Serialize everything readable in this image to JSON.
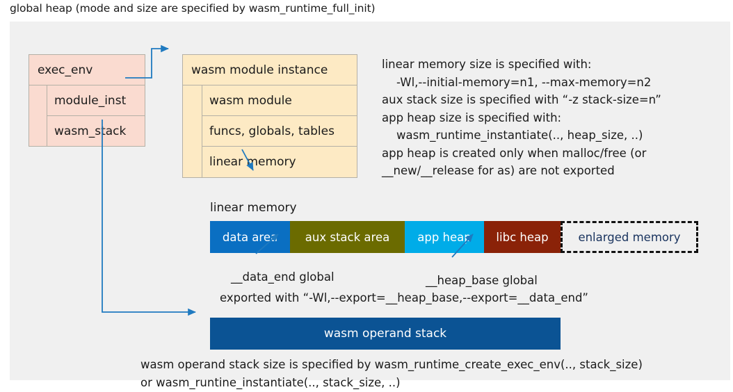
{
  "title": "global heap (mode and size are specified by wasm_runtime_full_init)",
  "colors": {
    "panel_bg": "#f0f0f0",
    "exec_env_fill": "#fadbd0",
    "module_instance_fill": "#fdeac4",
    "box_border": "#b4b0a6",
    "connector": "#1f7ac0",
    "data_area": "#0a6fc2",
    "aux_stack_area": "#6b6b00",
    "app_heap": "#00ace8",
    "libc_heap": "#8a2208",
    "enlarged_memory_border": "#111111",
    "enlarged_memory_text": "#19335e",
    "operand_stack": "#0b5394",
    "text": "#1a1a1a"
  },
  "exec_env": {
    "header": "exec_env",
    "fields": [
      {
        "label": "module_inst"
      },
      {
        "label": "wasm_stack"
      }
    ]
  },
  "module_instance": {
    "header": "wasm module instance",
    "rows": [
      {
        "label": "wasm module"
      },
      {
        "label": "funcs, globals, tables"
      },
      {
        "label": "linear memory"
      }
    ]
  },
  "notes": {
    "linear_memory": "linear memory size is specified with:\n    -Wl,--initial-memory=n1, --max-memory=n2\naux stack size is specified with “-z stack-size=n”\napp heap size is specified with:\n    wasm_runtime_instantiate(.., heap_size, ..)\napp heap is created only when malloc/free (or\n__new/__release for as) are not exported",
    "operand_stack": "wasm operand stack size is specified by wasm_runtime_create_exec_env(.., stack_size)\nor wasm_runtine_instantiate(.., stack_size, ..)"
  },
  "linear_memory": {
    "label": "linear memory",
    "segments": [
      {
        "label": "data area",
        "color": "#0a6fc2",
        "width": 115
      },
      {
        "label": "aux stack area",
        "color": "#6b6b00",
        "width": 165
      },
      {
        "label": "app heap",
        "color": "#00ace8",
        "width": 114
      },
      {
        "label": "libc heap",
        "color": "#8a2208",
        "width": 110
      },
      {
        "label": "enlarged memory",
        "color": "#f0f0f0",
        "width": 198
      }
    ]
  },
  "annotations": {
    "data_end": "__data_end global",
    "heap_base": "__heap_base global",
    "exported_with": "exported with “-Wl,--export=__heap_base,--export=__data_end”"
  },
  "operand_stack": {
    "label": "wasm operand stack"
  }
}
